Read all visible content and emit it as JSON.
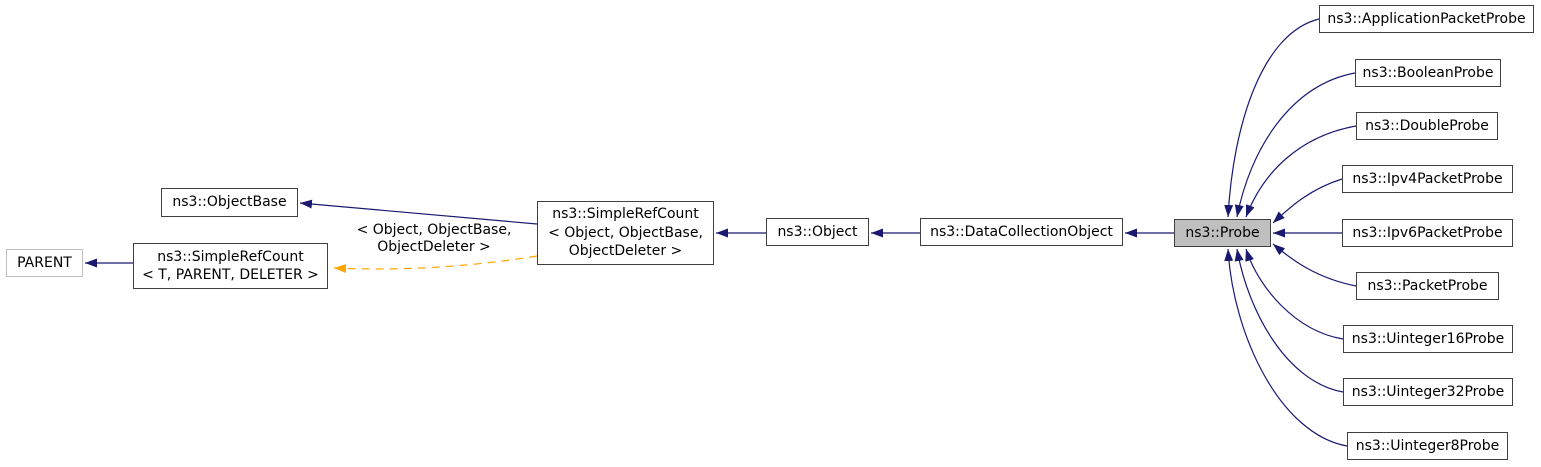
{
  "diagram_type": "class-inheritance-graph",
  "colors": {
    "inheritance_edge": "#191970",
    "template_edge": "#ffa500",
    "node_fill": "#ffffff",
    "node_border": "#404040",
    "undocumented_node_border": "#bfbfbf",
    "current_node_fill": "#bfbfbf",
    "text": "#000000",
    "background": "#ffffff"
  },
  "nodes": {
    "parent": {
      "label": "PARENT"
    },
    "simple_ref_count_template": {
      "lines": [
        "ns3::SimpleRefCount",
        "< T, PARENT, DELETER >"
      ]
    },
    "object_base": {
      "label": "ns3::ObjectBase"
    },
    "simple_ref_count_object": {
      "lines": [
        "ns3::SimpleRefCount",
        "< Object, ObjectBase,",
        "ObjectDeleter >"
      ]
    },
    "object": {
      "label": "ns3::Object"
    },
    "data_collection_object": {
      "label": "ns3::DataCollectionObject"
    },
    "probe": {
      "label": "ns3::Probe"
    },
    "derived": [
      {
        "label": "ns3::ApplicationPacketProbe"
      },
      {
        "label": "ns3::BooleanProbe"
      },
      {
        "label": "ns3::DoubleProbe"
      },
      {
        "label": "ns3::Ipv4PacketProbe"
      },
      {
        "label": "ns3::Ipv6PacketProbe"
      },
      {
        "label": "ns3::PacketProbe"
      },
      {
        "label": "ns3::Uinteger16Probe"
      },
      {
        "label": "ns3::Uinteger32Probe"
      },
      {
        "label": "ns3::Uinteger8Probe"
      }
    ]
  },
  "edge_labels": {
    "template_args": {
      "lines": [
        "< Object, ObjectBase,",
        "ObjectDeleter >"
      ]
    }
  }
}
